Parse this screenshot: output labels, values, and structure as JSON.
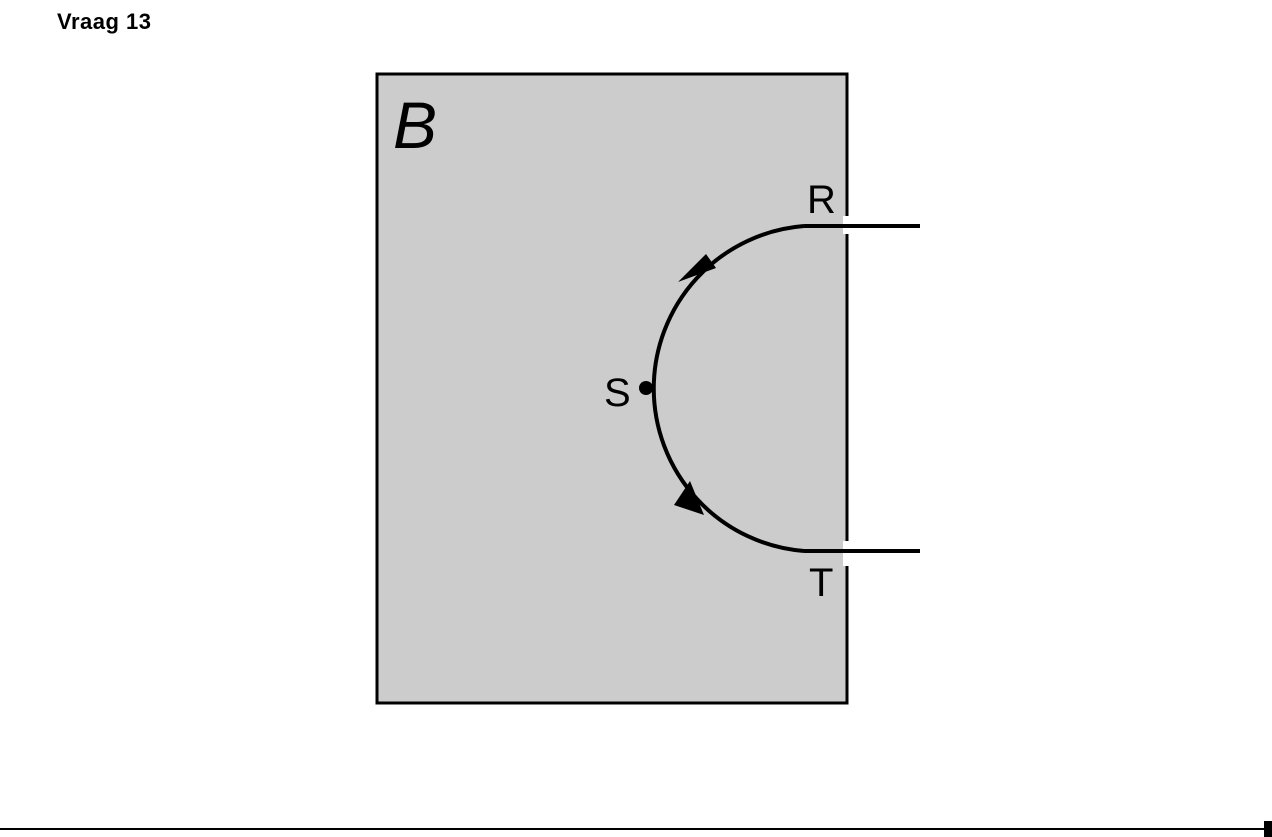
{
  "question": {
    "title": "Vraag 13"
  },
  "diagram": {
    "field_label": "B",
    "points": {
      "r": "R",
      "s": "S",
      "t": "T"
    },
    "colors": {
      "field_fill": "#cccccc",
      "stroke": "#000000",
      "page_background": "#ffffff"
    }
  }
}
